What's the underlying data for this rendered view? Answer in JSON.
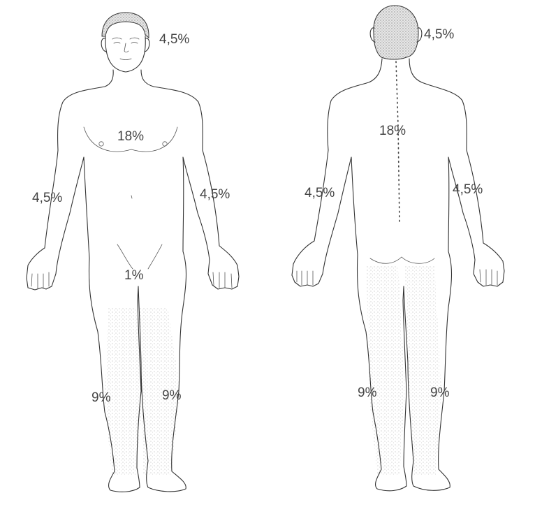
{
  "diagram": {
    "front_view": {
      "labels": {
        "head": "4,5%",
        "trunk": "18%",
        "arm_right_side": "4,5%",
        "arm_left_side": "4,5%",
        "genital": "1%",
        "leg_right_side": "9%",
        "leg_left_side": "9%"
      }
    },
    "back_view": {
      "labels": {
        "head": "4,5%",
        "trunk": "18%",
        "arm_left_side": "4,5%",
        "arm_right_side": "4,5%",
        "leg_left_side": "9%",
        "leg_right_side": "9%"
      }
    },
    "colors": {
      "line": "#333333",
      "label": "#444444",
      "background": "#ffffff"
    }
  }
}
